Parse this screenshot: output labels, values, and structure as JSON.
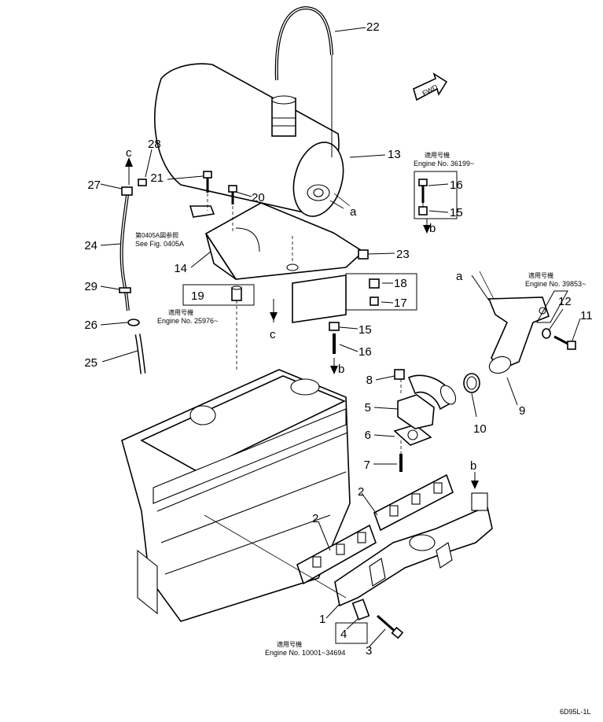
{
  "callouts": {
    "c1": "1",
    "c2a": "2",
    "c2b": "2",
    "c3": "3",
    "c4": "4",
    "c5": "5",
    "c6": "6",
    "c7": "7",
    "c8": "8",
    "c9": "9",
    "c10": "10",
    "c11": "11",
    "c12": "12",
    "c13": "13",
    "c14": "14",
    "c15a": "15",
    "c15b": "15",
    "c16a": "16",
    "c16b": "16",
    "c17": "17",
    "c18": "18",
    "c19": "19",
    "c20": "20",
    "c21": "21",
    "c22": "22",
    "c23": "23",
    "c24": "24",
    "c25": "25",
    "c26": "26",
    "c27": "27",
    "c28": "28",
    "c29": "29"
  },
  "letters": {
    "a": "a",
    "b": "b",
    "c": "c"
  },
  "fwd": "FWD",
  "notes": {
    "n36199_jp": "適用号機",
    "n36199": "Engine No. 36199~",
    "n39853_jp": "適用号機",
    "n39853": "Engine No. 39853~",
    "n25976_jp": "適用号機",
    "n25976": "Engine No. 25976~",
    "n10001_jp": "適用号機",
    "n10001": "Engine No. 10001~34694",
    "fig_jp": "第0405A図参照",
    "fig": "See Fig. 0405A"
  },
  "drawing_id": "6D95L-1L"
}
